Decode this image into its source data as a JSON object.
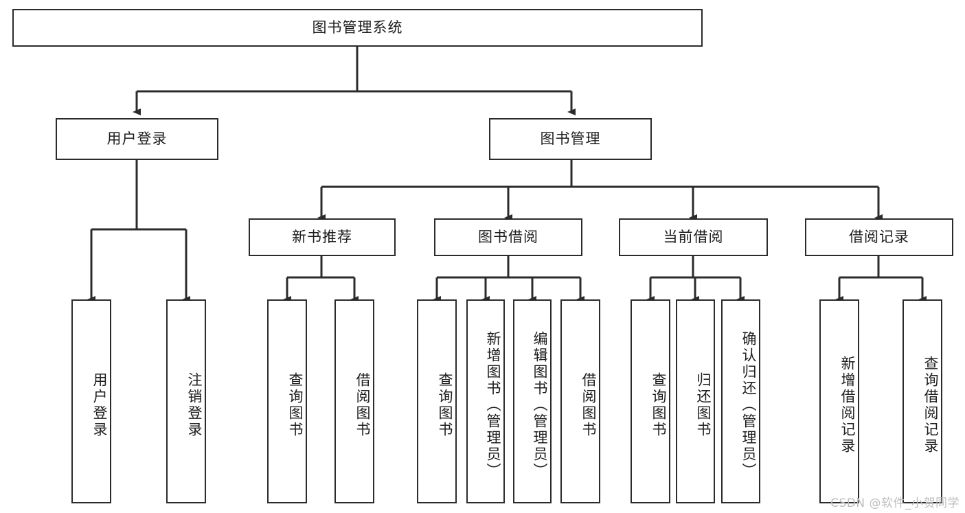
{
  "diagram": {
    "type": "tree-hierarchy",
    "title": "图书管理系统",
    "watermark": "CSDN @软件_小贺同学",
    "colors": {
      "stroke": "#2b2b2b",
      "fill": "#ffffff",
      "text": "#1d1d1d",
      "watermark": "#bdbdbd"
    },
    "levels": {
      "root": {
        "label": "图书管理系统"
      },
      "level2": [
        {
          "id": "user-login",
          "label": "用户登录"
        },
        {
          "id": "book-manage",
          "label": "图书管理"
        }
      ],
      "level3": [
        {
          "id": "new-book-recommend",
          "label": "新书推荐"
        },
        {
          "id": "book-borrow",
          "label": "图书借阅"
        },
        {
          "id": "current-borrow",
          "label": "当前借阅"
        },
        {
          "id": "borrow-record",
          "label": "借阅记录"
        }
      ],
      "leaves": [
        {
          "id": "leaf-user-login",
          "label": "用户登录",
          "parent": "user-login"
        },
        {
          "id": "leaf-logout",
          "label": "注销登录",
          "parent": "user-login"
        },
        {
          "id": "leaf-query-book-1",
          "label": "查询图书",
          "parent": "new-book-recommend"
        },
        {
          "id": "leaf-borrow-book-1",
          "label": "借阅图书",
          "parent": "new-book-recommend"
        },
        {
          "id": "leaf-query-book-2",
          "label": "查询图书",
          "parent": "book-borrow"
        },
        {
          "id": "leaf-add-book",
          "label": "新增图书（管理员）",
          "parent": "book-borrow"
        },
        {
          "id": "leaf-edit-book",
          "label": "编辑图书（管理员）",
          "parent": "book-borrow"
        },
        {
          "id": "leaf-borrow-book-2",
          "label": "借阅图书",
          "parent": "book-borrow"
        },
        {
          "id": "leaf-query-book-3",
          "label": "查询图书",
          "parent": "current-borrow"
        },
        {
          "id": "leaf-return-book",
          "label": "归还图书",
          "parent": "current-borrow"
        },
        {
          "id": "leaf-confirm-return",
          "label": "确认归还（管理员）",
          "parent": "current-borrow"
        },
        {
          "id": "leaf-add-record",
          "label": "新增借阅记录",
          "parent": "borrow-record"
        },
        {
          "id": "leaf-query-record",
          "label": "查询借阅记录",
          "parent": "borrow-record"
        }
      ]
    }
  }
}
